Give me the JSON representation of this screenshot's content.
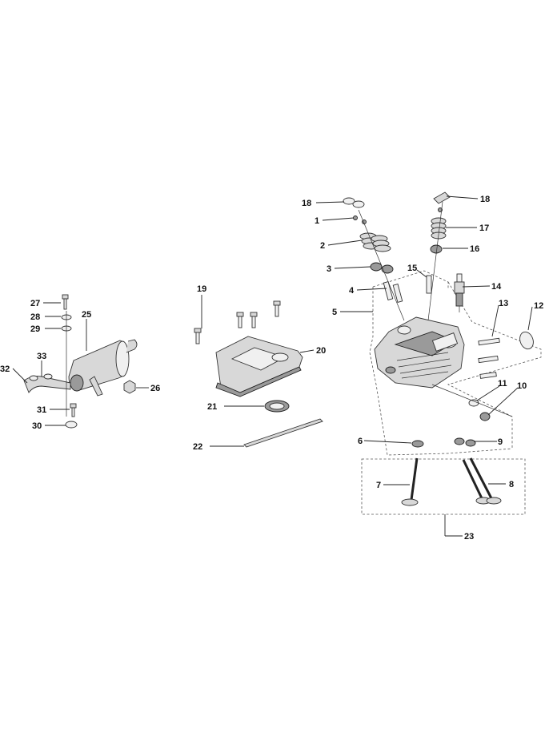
{
  "callouts": {
    "c1": "1",
    "c2": "2",
    "c3": "3",
    "c4": "4",
    "c5": "5",
    "c6": "6",
    "c7": "7",
    "c8": "8",
    "c9": "9",
    "c10": "10",
    "c11": "11",
    "c12": "12",
    "c13": "13",
    "c14": "14",
    "c15": "15",
    "c16": "16",
    "c17": "17",
    "c18a": "18",
    "c18b": "18",
    "c19": "19",
    "c20": "20",
    "c21": "21",
    "c22": "22",
    "c23": "23",
    "c25": "25",
    "c26": "26",
    "c27": "27",
    "c28": "28",
    "c29": "29",
    "c30": "30",
    "c31": "31",
    "c32": "32",
    "c33": "33"
  }
}
